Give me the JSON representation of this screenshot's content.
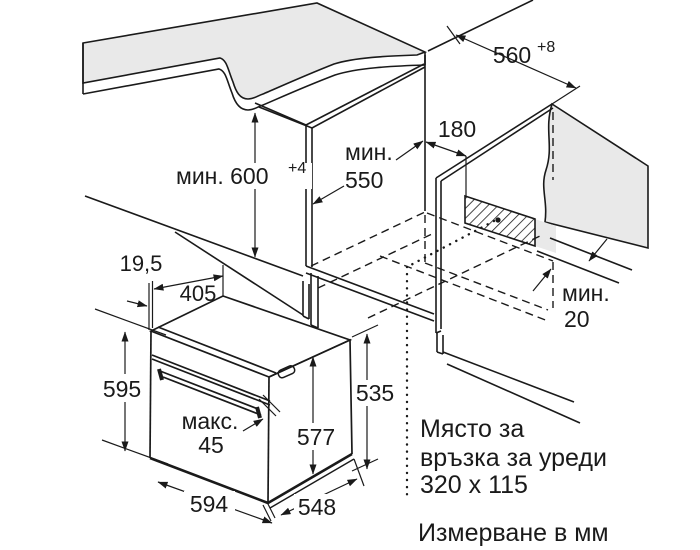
{
  "diagram_type": "oven-installation-dimensions",
  "colors": {
    "line": "#1a1a1a",
    "surface_gray": "#e9e9e9",
    "background": "#ffffff"
  },
  "dims": {
    "niche_width": {
      "value": "560",
      "tol": "+8"
    },
    "conn_offset": {
      "value": "180"
    },
    "niche_depth": {
      "label": "мин.",
      "value": "550"
    },
    "worktop_height": {
      "label": "мин. 600",
      "tol": "+4"
    },
    "rear_gap": {
      "label": "мин.",
      "value": "20"
    },
    "front_overhang": {
      "value": "19,5"
    },
    "top_depth": {
      "value": "405"
    },
    "oven_height": {
      "value": "595"
    },
    "handle_depth": {
      "label": "макс.",
      "value": "45"
    },
    "door_depth": {
      "value": "577"
    },
    "rear_depth": {
      "value": "535"
    },
    "oven_width": {
      "value": "594"
    },
    "body_depth": {
      "value": "548"
    }
  },
  "notes": {
    "connection_line1": "Място за",
    "connection_line2": "връзка за уреди",
    "connection_line3": "320 x 115",
    "units": "Измерване в мм"
  }
}
